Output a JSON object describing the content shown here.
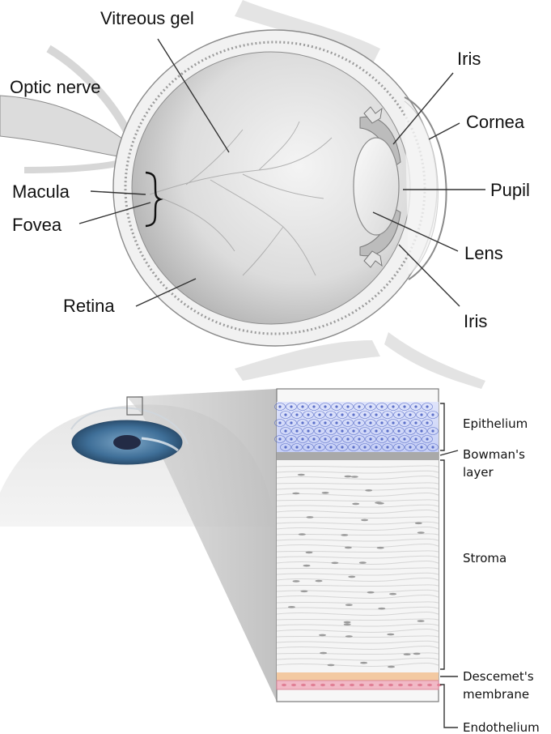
{
  "top_labels": {
    "vitreous_gel": "Vitreous gel",
    "optic_nerve": "Optic nerve",
    "iris_top": "Iris",
    "cornea": "Cornea",
    "macula": "Macula",
    "fovea": "Fovea",
    "pupil": "Pupil",
    "lens": "Lens",
    "retina": "Retina",
    "iris_bottom": "Iris"
  },
  "bottom_labels": {
    "epithelium": "Epithelium",
    "bowmans_line1": "Bowman's",
    "bowmans_line2": "layer",
    "stroma": "Stroma",
    "descemets_line1": "Descemet's",
    "descemets_line2": "membrane",
    "endothelium": "Endothelium"
  },
  "colors": {
    "epithelium": "#5b6fc8",
    "bowmans": "#a9a9a9",
    "stroma_cell": "#9a9a9a",
    "descemets": "#f3c9a1",
    "endothelium": "#e07f95",
    "iris": "#3f6f98"
  }
}
